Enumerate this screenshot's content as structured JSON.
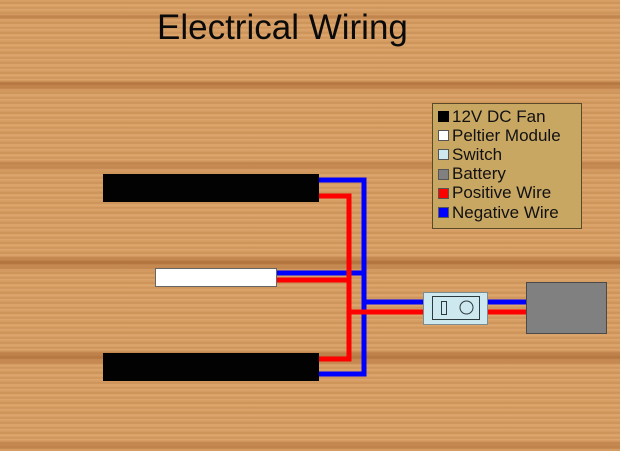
{
  "title": "Electrical Wiring",
  "legend": {
    "items": [
      {
        "label": "12V DC Fan",
        "color": "#000000"
      },
      {
        "label": "Peltier Module",
        "color": "#ffffff"
      },
      {
        "label": "Switch",
        "color": "#cde8ee"
      },
      {
        "label": "Battery",
        "color": "#808080"
      },
      {
        "label": "Positive Wire",
        "color": "#ff0000"
      },
      {
        "label": "Negative Wire",
        "color": "#0000ff"
      }
    ]
  },
  "colors": {
    "fan": "#020202",
    "peltier": "#ffffff",
    "switch": "#cde8ee",
    "battery": "#808080",
    "positive": "#ff0000",
    "negative": "#0000ff",
    "legend_bg": "#c8a763"
  },
  "components": {
    "fans": [
      "12V DC Fan",
      "12V DC Fan"
    ],
    "peltier": "Peltier Module",
    "switch": "Switch",
    "battery": "Battery"
  }
}
